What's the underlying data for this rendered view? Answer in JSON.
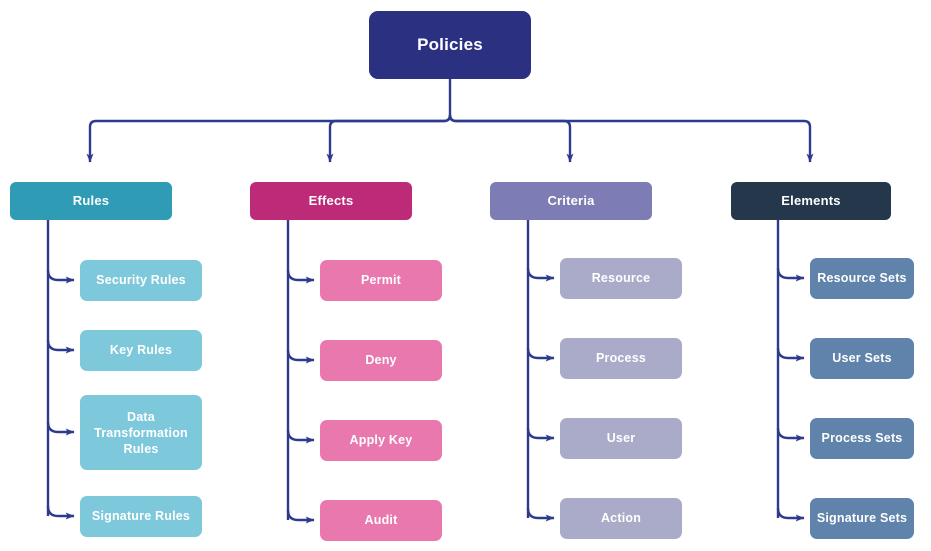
{
  "diagram": {
    "type": "hierarchy-tree",
    "title": "Policies",
    "background_color": "#ffffff",
    "connector_color": "#2e3b8c",
    "root": {
      "label": "Policies",
      "color": "#2b3180",
      "text_color": "#ffffff"
    },
    "branches": [
      {
        "label": "Rules",
        "color": "#2f9bb5",
        "leaf_color": "#7ec8dc",
        "leaves": [
          {
            "label": "Security Rules"
          },
          {
            "label": "Key Rules"
          },
          {
            "label": "Data Transformation Rules"
          },
          {
            "label": "Signature Rules"
          }
        ]
      },
      {
        "label": "Effects",
        "color": "#bd2a77",
        "leaf_color": "#e878ad",
        "leaves": [
          {
            "label": "Permit"
          },
          {
            "label": "Deny"
          },
          {
            "label": "Apply Key"
          },
          {
            "label": "Audit"
          }
        ]
      },
      {
        "label": "Criteria",
        "color": "#7d7cb4",
        "leaf_color": "#aaaac9",
        "leaves": [
          {
            "label": "Resource"
          },
          {
            "label": "Process"
          },
          {
            "label": "User"
          },
          {
            "label": "Action"
          }
        ]
      },
      {
        "label": "Elements",
        "color": "#25374b",
        "leaf_color": "#5f83ab",
        "leaves": [
          {
            "label": "Resource Sets"
          },
          {
            "label": "User Sets"
          },
          {
            "label": "Process Sets"
          },
          {
            "label": "Signature Sets"
          }
        ]
      }
    ]
  }
}
